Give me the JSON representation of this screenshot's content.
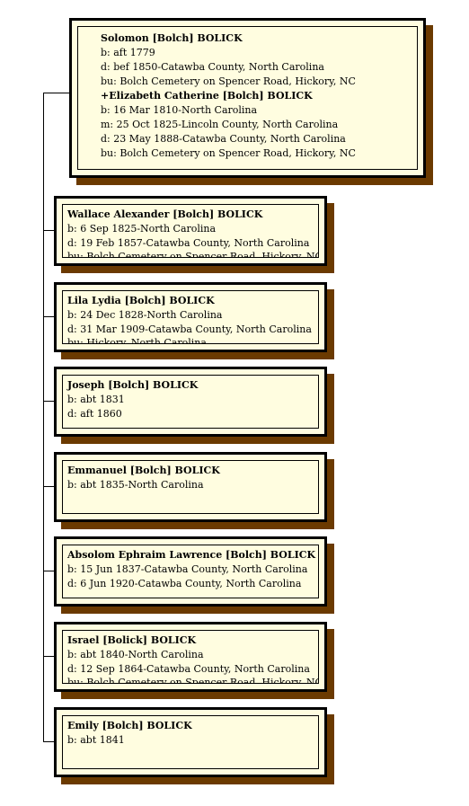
{
  "parents": {
    "lines": [
      {
        "text": "Solomon [Bolch] BOLICK",
        "bold": true
      },
      {
        "text": "b: aft 1779",
        "bold": false
      },
      {
        "text": "d: bef 1850-Catawba County, North Carolina",
        "bold": false
      },
      {
        "text": "bu: Bolch Cemetery on Spencer Road, Hickory, NC",
        "bold": false
      },
      {
        "text": "+Elizabeth Catherine [Bolch] BOLICK",
        "bold": true
      },
      {
        "text": "b: 16 Mar 1810-North Carolina",
        "bold": false
      },
      {
        "text": "m: 25 Oct 1825-Lincoln County, North Carolina",
        "bold": false
      },
      {
        "text": "d: 23 May 1888-Catawba County, North Carolina",
        "bold": false
      },
      {
        "text": "bu: Bolch Cemetery on Spencer Road, Hickory, NC",
        "bold": false
      }
    ]
  },
  "children": [
    {
      "name": "Wallace Alexander [Bolch] BOLICK",
      "details": [
        "b: 6 Sep 1825-North Carolina",
        "d: 19 Feb 1857-Catawba County, North Carolina",
        "bu: Bolch Cemetery on Spencer Road, Hickory, NC"
      ]
    },
    {
      "name": "Lila Lydia [Bolch] BOLICK",
      "details": [
        "b: 24 Dec 1828-North Carolina",
        "d: 31 Mar 1909-Catawba County, North Carolina",
        "bu: Hickory, North Carolina"
      ]
    },
    {
      "name": "Joseph [Bolch] BOLICK",
      "details": [
        "b: abt 1831",
        "d: aft 1860"
      ]
    },
    {
      "name": "Emmanuel [Bolch] BOLICK",
      "details": [
        "b: abt 1835-North Carolina"
      ]
    },
    {
      "name": "Absolom Ephraim Lawrence [Bolch] BOLICK Sr.",
      "details": [
        "b: 15 Jun 1837-Catawba County, North Carolina",
        "d: 6 Jun 1920-Catawba County, North Carolina"
      ]
    },
    {
      "name": "Israel [Bolick] BOLICK",
      "details": [
        "b: abt 1840-North Carolina",
        "d: 12 Sep 1864-Catawba County, North Carolina",
        "bu: Bolch Cemetery on Spencer Road, Hickory, NC"
      ]
    },
    {
      "name": "Emily [Bolch] BOLICK",
      "details": [
        "b: abt 1841"
      ]
    }
  ],
  "colors": {
    "card_fill": "#fffde0",
    "shadow": "#6b3a00",
    "border": "#000000"
  }
}
